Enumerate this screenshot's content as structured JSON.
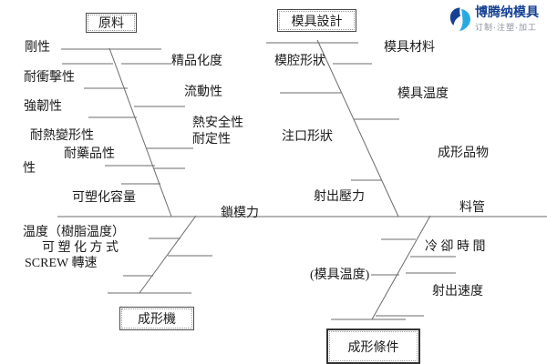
{
  "logo": {
    "title": "博腾纳模具",
    "subtitle": "订制·注塑·加工",
    "navy": "#164193",
    "cyan": "#29a9e1"
  },
  "categories": {
    "raw_material": "原料",
    "mold_design": "模具設計",
    "molding_machine": "成形機",
    "molding_conditions": "成形條件"
  },
  "labels": {
    "rigidity": "剛性",
    "impact_resistance": "耐衝擊性",
    "toughness": "強韌性",
    "heat_deformation_resistance": "耐熱變形性",
    "chemical_resistance": "耐藥品性",
    "sei_fragment": "性",
    "plasticizing_capacity": "可塑化容量",
    "resin_temperature": "温度（樹脂温度）",
    "plasticizing_method": "可 塑 化 方 式",
    "screw_speed": "SCREW 轉速",
    "refinement_degree": "精品化度",
    "flowability": "流動性",
    "thermal_safety": "熱安全性",
    "stability": "耐定性",
    "clamping_force": "鎖模力",
    "cavity_shape": "模腔形狀",
    "gate_shape": "注口形狀",
    "injection_pressure": "射出壓力",
    "mold_material": "模具材料",
    "mold_temperature": "模具温度",
    "molded_product": "成形品物",
    "barrel": "料管",
    "cooling_time": "冷 卻 時 間",
    "mold_temperature_paren": "(模具温度)",
    "injection_speed": "射出速度"
  },
  "colors": {
    "line": "#6b6b6b",
    "text": "#1b1b1b"
  }
}
